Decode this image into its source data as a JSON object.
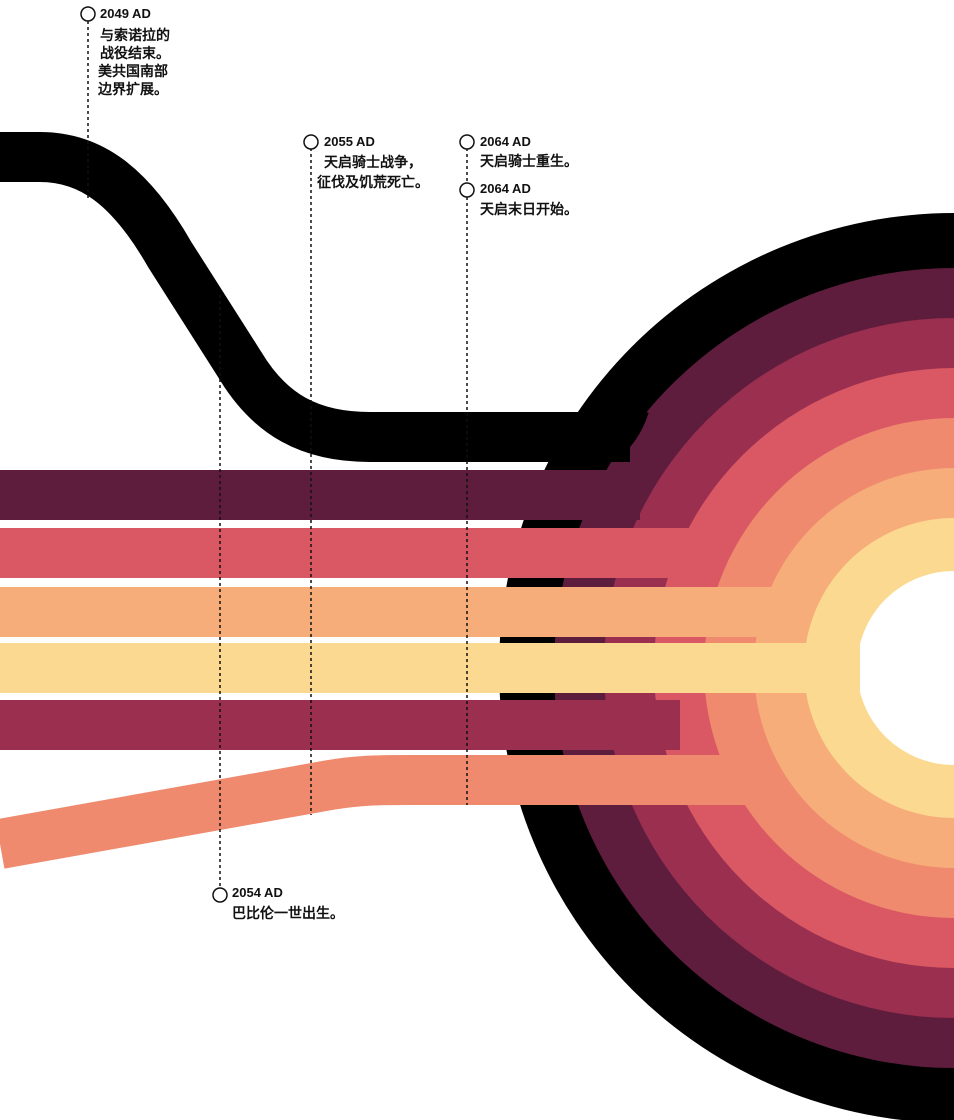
{
  "colors": {
    "black": "#000000",
    "plum": "#5f1d3e",
    "wine": "#9a2f4f",
    "rose": "#d95864",
    "salmon": "#ef8a6f",
    "peach": "#f6ad79",
    "cream": "#fbd991",
    "background": "#ffffff"
  },
  "events": [
    {
      "id": "e2049",
      "year": "2049 AD",
      "lines": [
        "与索诺拉的",
        "战役结束。",
        "美共国南部",
        "边界扩展。"
      ]
    },
    {
      "id": "e2055",
      "year": "2055 AD",
      "lines": [
        "天启骑士战争，",
        "征伐及饥荒死亡。"
      ]
    },
    {
      "id": "e2064a",
      "year": "2064 AD",
      "lines": [
        "天启骑士重生。"
      ]
    },
    {
      "id": "e2064b",
      "year": "2064 AD",
      "lines": [
        "天启末日开始。"
      ]
    },
    {
      "id": "e2054",
      "year": "2054 AD",
      "lines": [
        "巴比伦一世出生。"
      ]
    }
  ]
}
